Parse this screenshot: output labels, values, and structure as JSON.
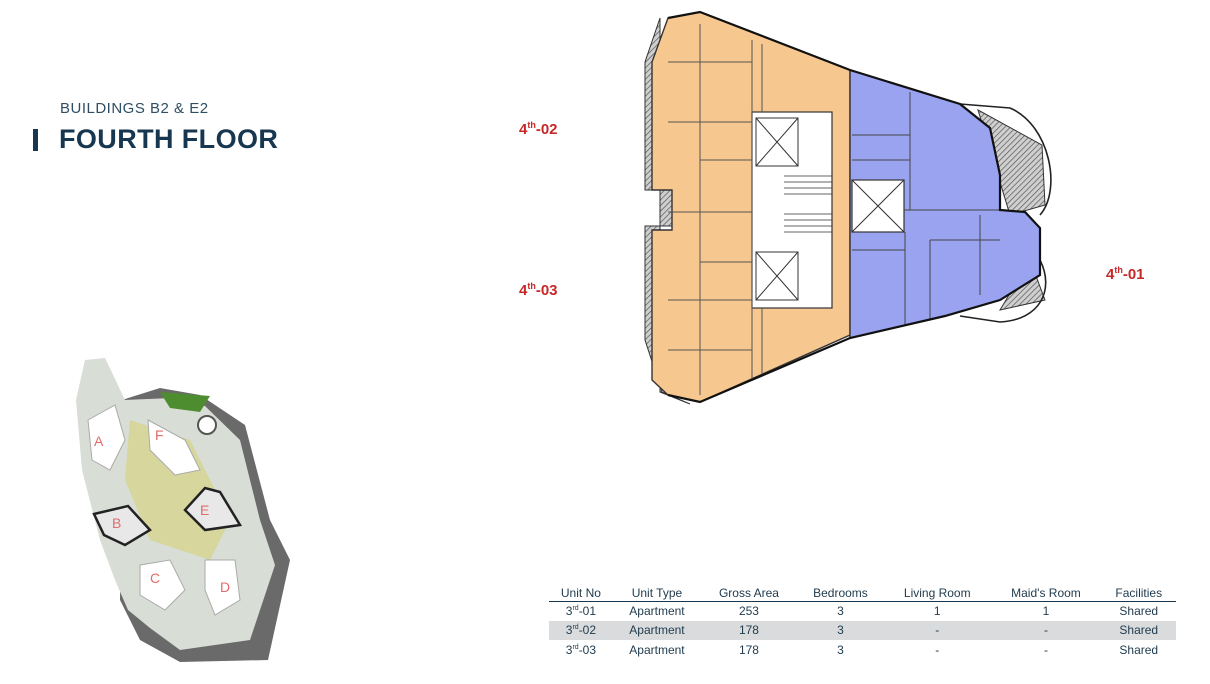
{
  "header": {
    "subtitle": "BUILDINGS B2 & E2",
    "title": "FOURTH FLOOR"
  },
  "unit_labels": [
    {
      "id": "4th-02",
      "base": "4",
      "sup": "th",
      "suffix": "-02"
    },
    {
      "id": "4th-03",
      "base": "4",
      "sup": "th",
      "suffix": "-03"
    },
    {
      "id": "4th-01",
      "base": "4",
      "sup": "th",
      "suffix": "-01"
    }
  ],
  "site_map": {
    "buildings": [
      "A",
      "F",
      "B",
      "E",
      "C",
      "D"
    ]
  },
  "table": {
    "headers": [
      "Unit No",
      "Unit Type",
      "Gross Area",
      "Bedrooms",
      "Living Room",
      "Maid's Room",
      "Facilities"
    ],
    "rows": [
      {
        "unit_base": "3",
        "unit_sup": "rd",
        "unit_suffix": "-01",
        "type": "Apartment",
        "area": "253",
        "bedrooms": "3",
        "living": "1",
        "maid": "1",
        "facilities": "Shared"
      },
      {
        "unit_base": "3",
        "unit_sup": "rd",
        "unit_suffix": "-02",
        "type": "Apartment",
        "area": "178",
        "bedrooms": "3",
        "living": "-",
        "maid": "-",
        "facilities": "Shared"
      },
      {
        "unit_base": "3",
        "unit_sup": "rd",
        "unit_suffix": "-03",
        "type": "Apartment",
        "area": "178",
        "bedrooms": "3",
        "living": "-",
        "maid": "-",
        "facilities": "Shared"
      }
    ]
  },
  "colors": {
    "navy": "#16374f",
    "unit_red": "#c62828",
    "unit_orange": "#f6c88f",
    "unit_blue": "#9aa3f0",
    "row_shade": "#d9dbdc"
  }
}
